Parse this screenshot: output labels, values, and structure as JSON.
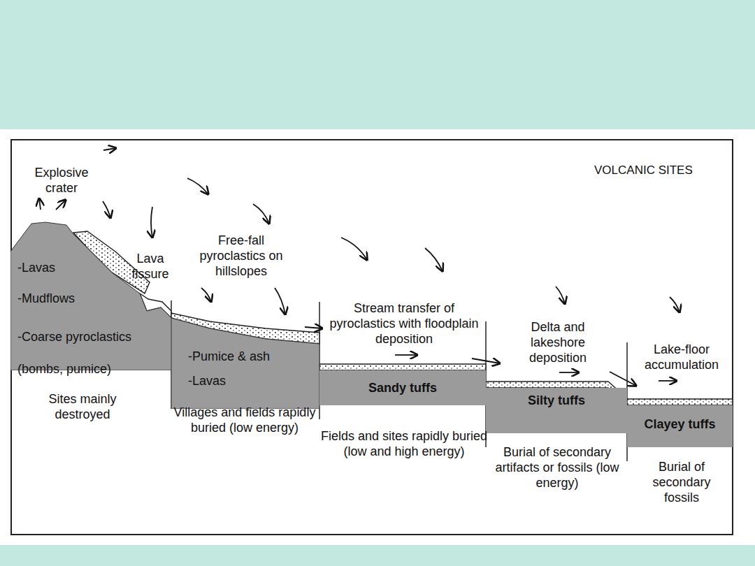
{
  "diagram": {
    "nodes": [
      {
        "text": [
          "-Lavas",
          "-Mudflows",
          "-Coarse pyroclastics (bombs, pumice)"
        ]
      },
      {
        "text": [
          "-Pumice & ash",
          "-Lavas"
        ]
      },
      {
        "text": [
          "Sandy tuffs"
        ]
      },
      {
        "text": [
          "Silty tuffs"
        ]
      },
      {
        "text": [
          "Clayey tuffs"
        ]
      }
    ],
    "edges": [],
    "labels": [
      "VOLCANIC SITES",
      "Explosive crater",
      "Lava fissure",
      "Free-fall pyroclastics on hillslopes",
      "Stream transfer of pyroclastics with floodplain deposition",
      "Delta and lakeshore deposition",
      "Lake-floor accumulation",
      "Sites mainly destroyed",
      "Villages and fields rapidly buried (low energy)",
      "Fields and sites rapidly buried (low and high energy)",
      "Burial of secondary artifacts or fossils (low energy)",
      "Burial of secondary fossils"
    ]
  }
}
